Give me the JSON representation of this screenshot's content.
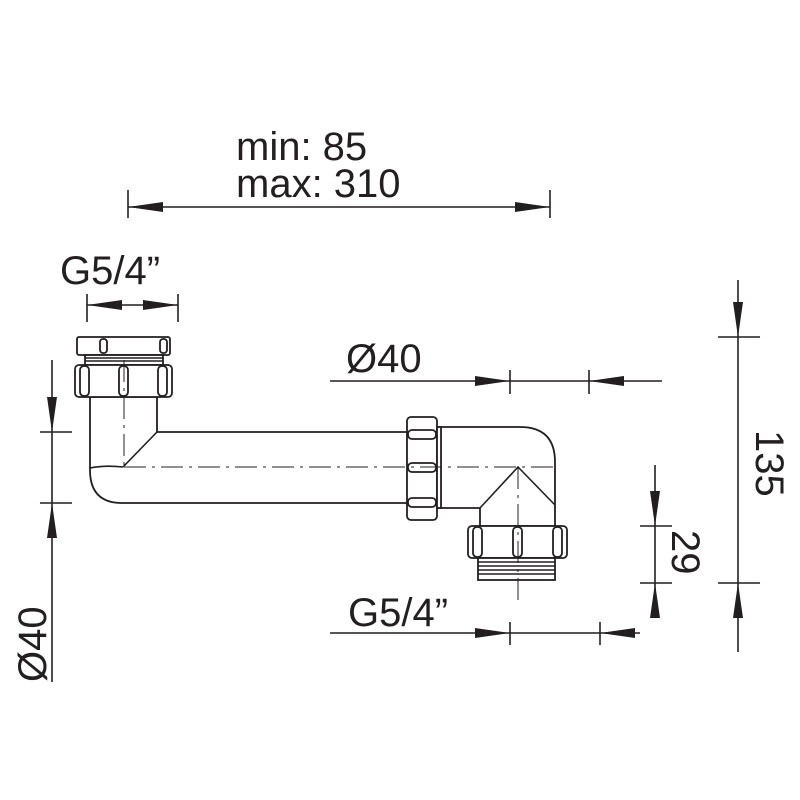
{
  "dimensions": {
    "length_min": "min:   85",
    "length_max": "max: 310",
    "top_thread": "G5/4”",
    "pipe_diameter_top": "Ø40",
    "pipe_diameter_left": "Ø40",
    "height_total": "135",
    "outlet_height": "29",
    "bottom_thread": "G5/4”"
  },
  "colors": {
    "line": "#231f20",
    "background": "#ffffff"
  }
}
